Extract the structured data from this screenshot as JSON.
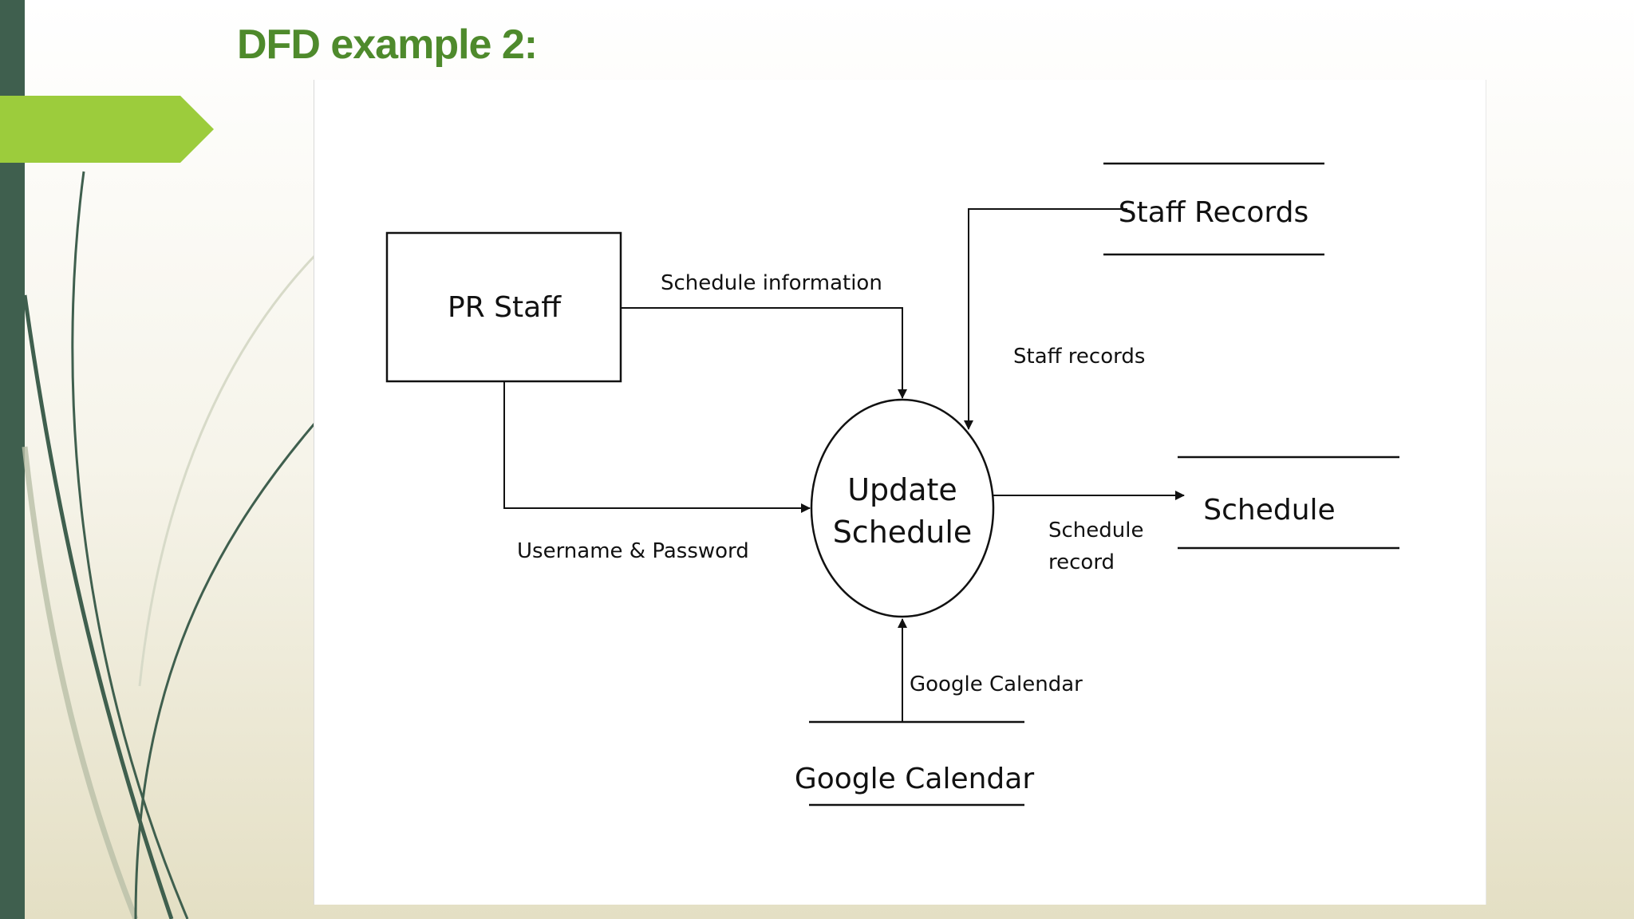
{
  "slide": {
    "title": "DFD example 2:",
    "colors": {
      "accent_green": "#9ccc3c",
      "title_green": "#4e8a2c",
      "left_bar": "#3f5f4e"
    }
  },
  "diagram": {
    "external_entity": {
      "label": "PR Staff"
    },
    "process": {
      "line1": "Update",
      "line2": "Schedule"
    },
    "data_stores": {
      "staff_records": "Staff Records",
      "schedule": "Schedule",
      "google_calendar": "Google Calendar"
    },
    "flows": {
      "schedule_information": "Schedule information",
      "username_password": "Username & Password",
      "staff_records": "Staff records",
      "schedule_record_line1": "Schedule",
      "schedule_record_line2": "record",
      "google_calendar": "Google Calendar"
    }
  }
}
